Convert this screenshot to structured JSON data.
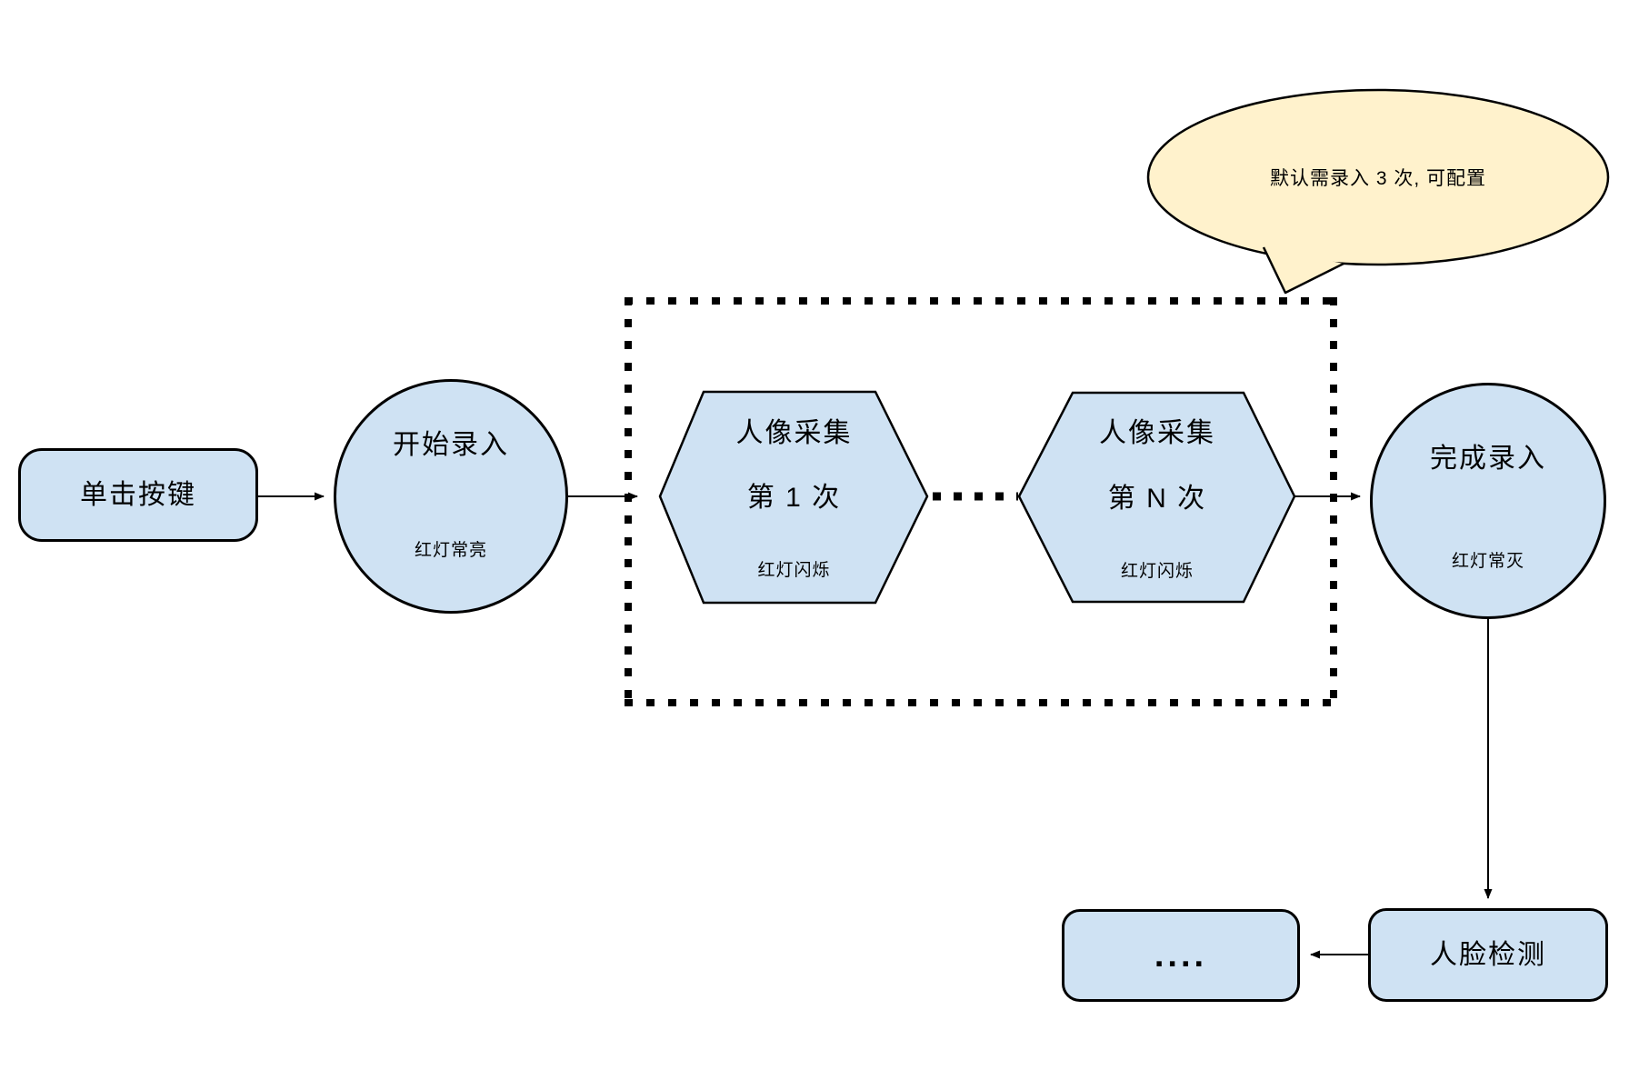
{
  "diagram": {
    "colors": {
      "shape_fill": "#cfe2f3",
      "shape_stroke": "#000000",
      "bubble_fill": "#fff2cc",
      "line_color": "#000000",
      "background": "#ffffff"
    },
    "nodes": {
      "click_button": {
        "label": "单击按键"
      },
      "start": {
        "label": "开始录入",
        "sublabel": "红灯常亮"
      },
      "capture_first": {
        "line1": "人像采集",
        "line2": "第 1 次",
        "sublabel": "红灯闪烁"
      },
      "capture_nth": {
        "line1": "人像采集",
        "line2": "第 N 次",
        "sublabel": "红灯闪烁"
      },
      "finish": {
        "label": "完成录入",
        "sublabel": "红灯常灭"
      },
      "face_detect": {
        "label": "人脸检测"
      },
      "more": {
        "label": "...."
      }
    },
    "callout": {
      "text": "默认需录入 3 次, 可配置"
    }
  }
}
